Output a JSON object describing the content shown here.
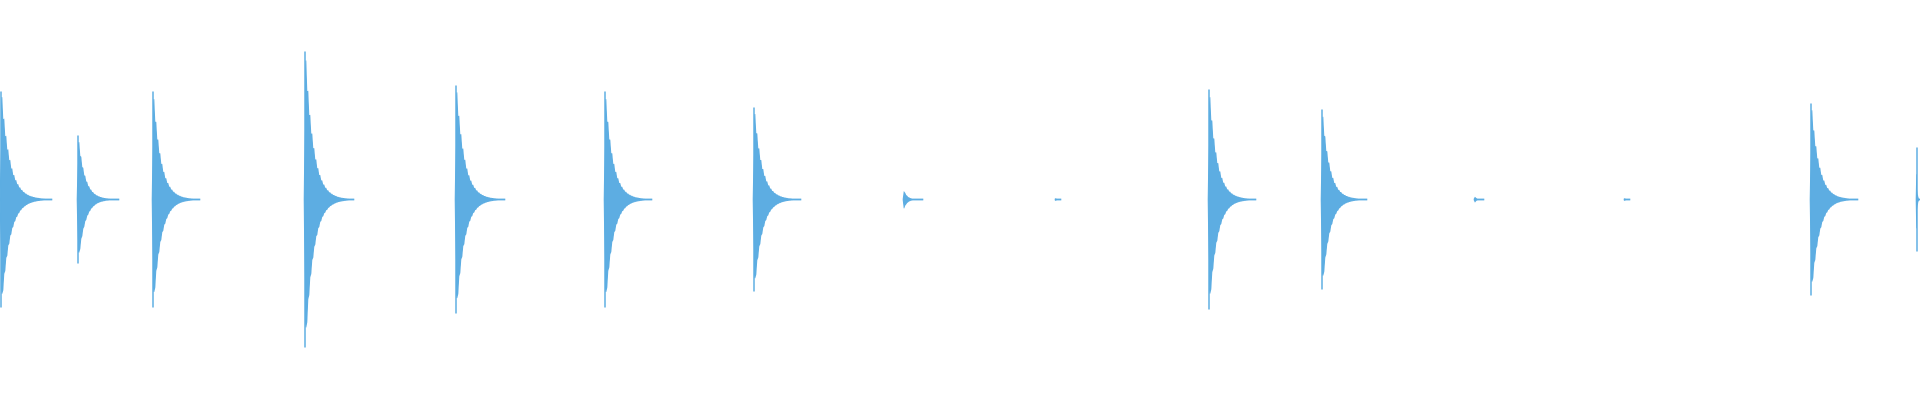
{
  "waveform": {
    "color": "#5dade2",
    "background": "#ffffff",
    "events": [
      {
        "peak": 0.54,
        "decay": 0.055
      },
      {
        "peak": 0.32,
        "decay": 0.055
      },
      {
        "peak": 0.54,
        "decay": 0.055
      },
      {
        "peak": 0.74,
        "decay": 0.055
      },
      {
        "peak": 0.57,
        "decay": 0.055
      },
      {
        "peak": 0.54,
        "decay": 0.055
      },
      {
        "peak": 0.46,
        "decay": 0.055
      },
      {
        "peak": 0.05,
        "decay": 0.055
      },
      {
        "peak": 0.01,
        "decay": 0.055
      },
      {
        "peak": 0.55,
        "decay": 0.055
      },
      {
        "peak": 0.45,
        "decay": 0.055
      },
      {
        "peak": 0.02,
        "decay": 0.055
      },
      {
        "peak": 0.01,
        "decay": 0.055
      },
      {
        "peak": 0.48,
        "decay": 0.055
      },
      {
        "peak": 0.26,
        "decay": 0.01
      }
    ]
  }
}
